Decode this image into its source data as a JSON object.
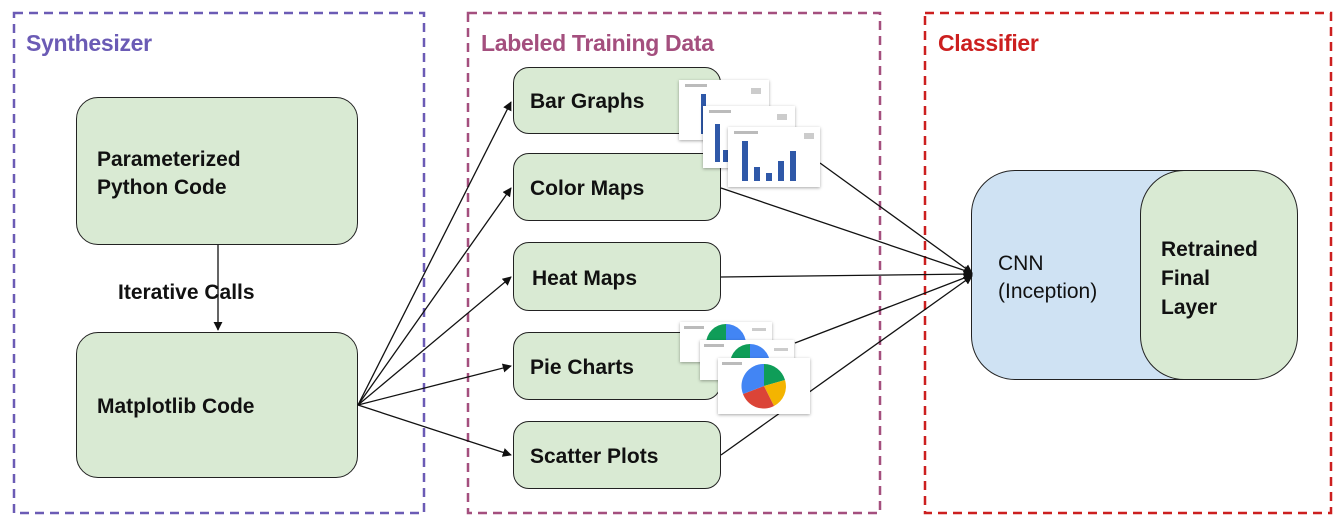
{
  "panels": {
    "synthesizer": {
      "title": "Synthesizer",
      "color": "#6b5bb5"
    },
    "training": {
      "title": "Labeled Training Data",
      "color": "#a44f7e"
    },
    "classifier": {
      "title": "Classifier",
      "color": "#cc1f1f"
    }
  },
  "synthesizer": {
    "code_box": "Parameterized\nPython Code",
    "edge_label": "Iterative Calls",
    "matplotlib_box": "Matplotlib Code"
  },
  "training_data": {
    "items": [
      "Bar Graphs",
      "Color Maps",
      "Heat Maps",
      "Pie Charts",
      "Scatter Plots"
    ]
  },
  "classifier": {
    "cnn_label": "CNN\n(Inception)",
    "layer_label": "Retrained\nFinal\nLayer"
  },
  "colors": {
    "box_fill": "#d9ead3",
    "cnn_fill": "#cfe2f3",
    "bar_blue": "#2f58a8",
    "pie_red": "#db4437",
    "pie_blue": "#4285f4",
    "pie_yellow": "#f4b400",
    "pie_green": "#0f9d58"
  }
}
